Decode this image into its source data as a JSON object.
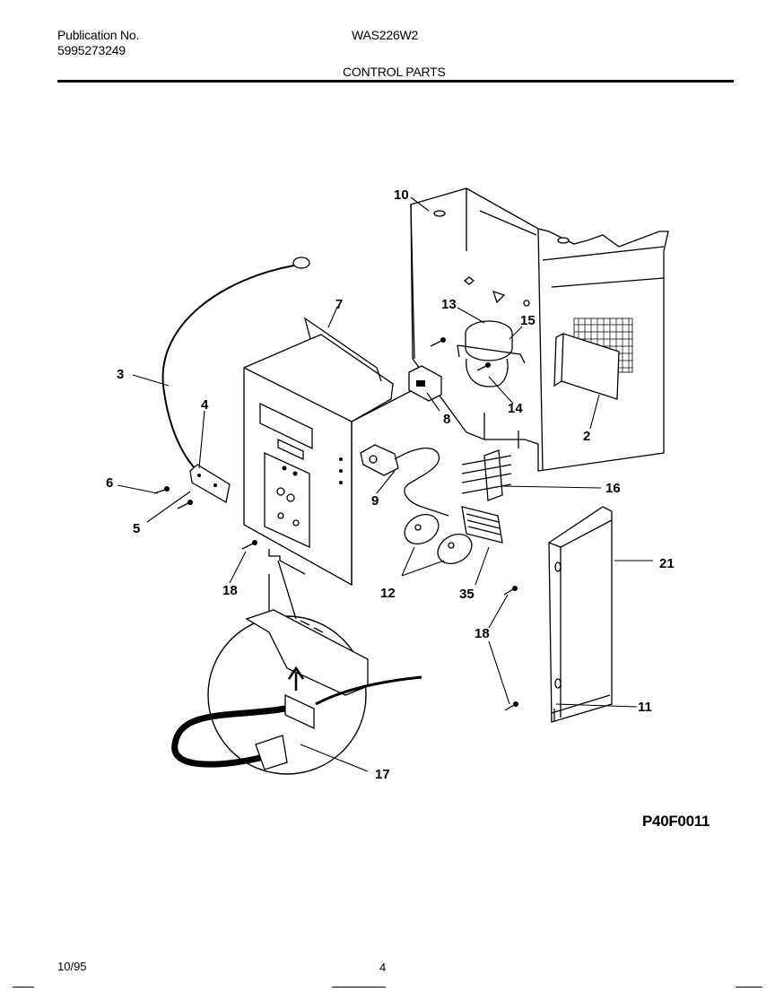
{
  "header": {
    "publication_label": "Publication No.",
    "publication_number": "5995273249",
    "model": "WAS226W2",
    "section_title": "CONTROL PARTS"
  },
  "diagram": {
    "callouts": [
      "10",
      "7",
      "13",
      "15",
      "3",
      "4",
      "8",
      "14",
      "2",
      "6",
      "5",
      "9",
      "16",
      "12",
      "35",
      "21",
      "18",
      "18",
      "11",
      "17"
    ],
    "figure_code": "P40F0011"
  },
  "footer": {
    "date": "10/95",
    "page_number": "4"
  }
}
